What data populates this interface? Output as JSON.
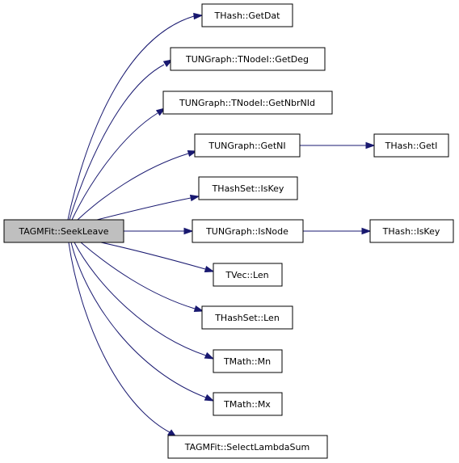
{
  "graph": {
    "edge_color": "#191970",
    "root_fill": "#bfbfbf",
    "root": "TAGMFit::SeekLeave",
    "nodes": {
      "root": "TAGMFit::SeekLeave",
      "thash_getdat": "THash::GetDat",
      "tnodei_getdeg": "TUNGraph::TNodeI::GetDeg",
      "tnodei_getnbrnid": "TUNGraph::TNodeI::GetNbrNId",
      "tungraph_getni": "TUNGraph::GetNI",
      "thash_geti": "THash::GetI",
      "thashset_iskey": "THashSet::IsKey",
      "tungraph_isnode": "TUNGraph::IsNode",
      "thash_iskey": "THash::IsKey",
      "tvec_len": "TVec::Len",
      "thashset_len": "THashSet::Len",
      "tmath_mn": "TMath::Mn",
      "tmath_mx": "TMath::Mx",
      "tagmfit_selectlambdasum": "TAGMFit::SelectLambdaSum"
    },
    "edges": [
      [
        "root",
        "thash_getdat"
      ],
      [
        "root",
        "tnodei_getdeg"
      ],
      [
        "root",
        "tnodei_getnbrnid"
      ],
      [
        "root",
        "tungraph_getni"
      ],
      [
        "root",
        "thashset_iskey"
      ],
      [
        "root",
        "tungraph_isnode"
      ],
      [
        "root",
        "tvec_len"
      ],
      [
        "root",
        "thashset_len"
      ],
      [
        "root",
        "tmath_mn"
      ],
      [
        "root",
        "tmath_mx"
      ],
      [
        "root",
        "tagmfit_selectlambdasum"
      ],
      [
        "tungraph_getni",
        "thash_geti"
      ],
      [
        "tungraph_isnode",
        "thash_iskey"
      ]
    ]
  }
}
